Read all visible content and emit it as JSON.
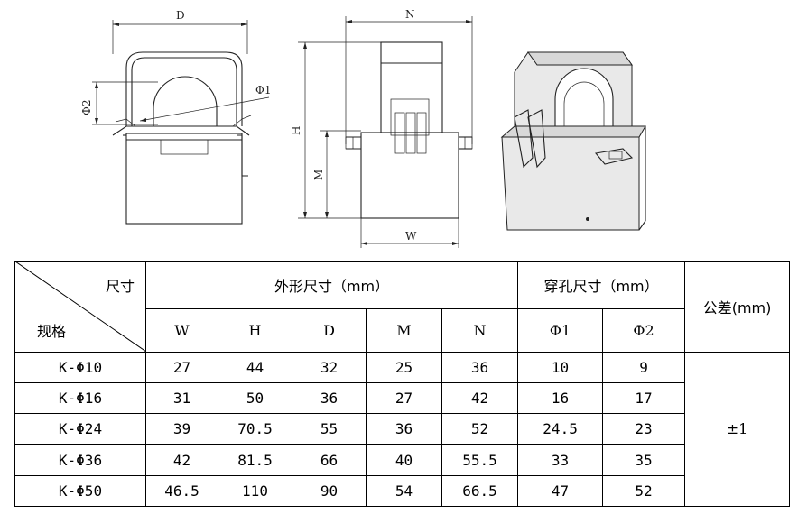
{
  "drawing": {
    "front_view": {
      "dim_D": "D",
      "dim_phi1": "Φ1",
      "dim_phi2": "Φ2"
    },
    "side_view": {
      "dim_N": "N",
      "dim_H": "H",
      "dim_M": "M",
      "dim_W": "W"
    }
  },
  "table": {
    "corner_top": "尺寸",
    "corner_bottom": "规格",
    "group_outer": "外形尺寸（mm）",
    "group_hole": "穿孔尺寸（mm）",
    "tolerance_header": "公差(mm)",
    "columns": [
      "W",
      "H",
      "D",
      "M",
      "N",
      "Φ1",
      "Φ2"
    ],
    "tolerance_value": "±1",
    "rows": [
      {
        "model": "K-Φ10",
        "values": [
          "27",
          "44",
          "32",
          "25",
          "36",
          "10",
          "9"
        ]
      },
      {
        "model": "K-Φ16",
        "values": [
          "31",
          "50",
          "36",
          "27",
          "42",
          "16",
          "17"
        ]
      },
      {
        "model": "K-Φ24",
        "values": [
          "39",
          "70.5",
          "55",
          "36",
          "52",
          "24.5",
          "23"
        ]
      },
      {
        "model": "K-Φ36",
        "values": [
          "42",
          "81.5",
          "66",
          "40",
          "55.5",
          "33",
          "35"
        ]
      },
      {
        "model": "K-Φ50",
        "values": [
          "46.5",
          "110",
          "90",
          "54",
          "66.5",
          "47",
          "52"
        ]
      }
    ]
  }
}
